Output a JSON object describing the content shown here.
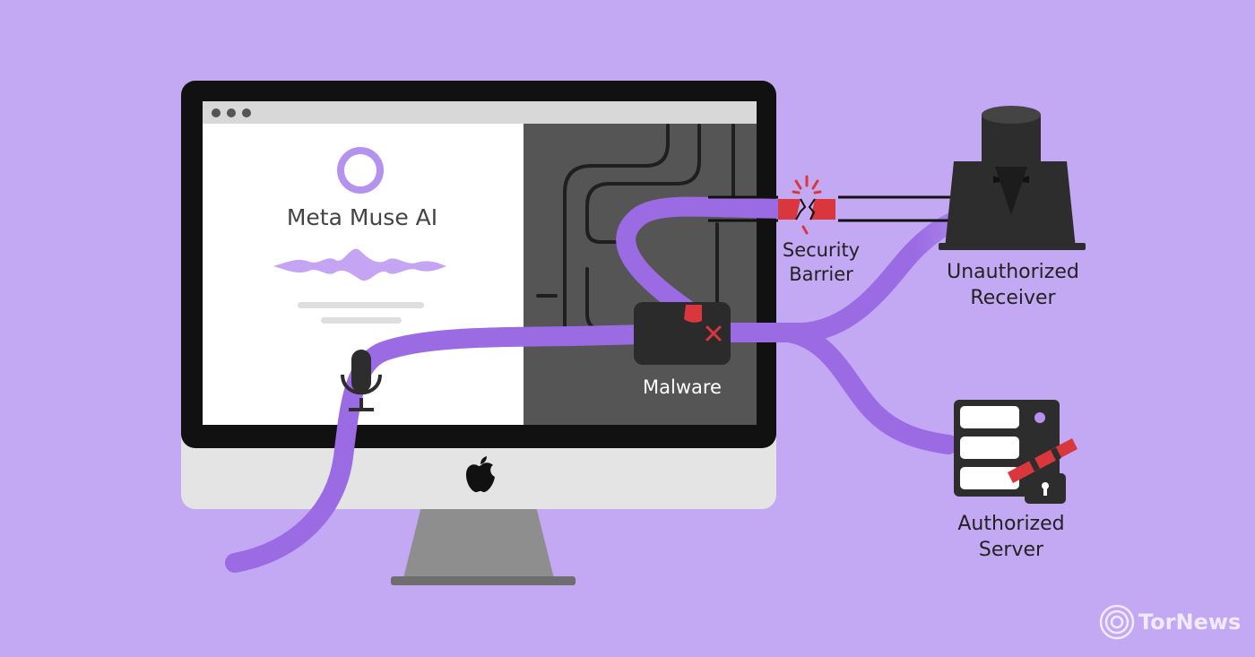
{
  "app": {
    "title": "Meta Muse AI"
  },
  "labels": {
    "security_barrier": [
      "Security",
      "Barrier"
    ],
    "unauthorized_receiver": [
      "Unauthorized",
      "Receiver"
    ],
    "malware": "Malware",
    "authorized_server": [
      "Authorized",
      "Server"
    ]
  },
  "brand": {
    "name": "TorNews",
    "icon": "tornews-logo-icon"
  },
  "icons": [
    "microphone-icon",
    "apple-logo-icon",
    "hacker-icon",
    "server-icon",
    "padlock-icon",
    "crack-icon",
    "x-mark-icon"
  ],
  "colors": {
    "background": "#c3a9f3",
    "data_stream": "#9b6be3",
    "monitor_frame": "#111111",
    "breach_red": "#d9363e"
  }
}
